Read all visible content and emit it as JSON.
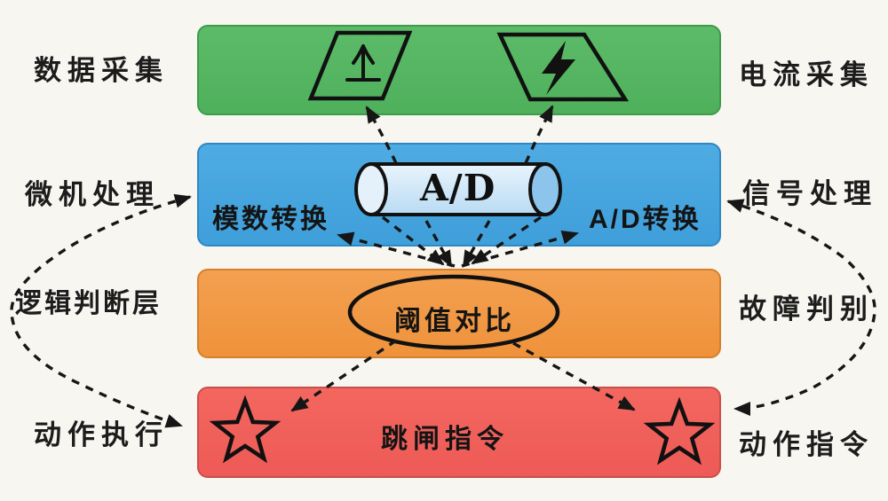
{
  "diagram": {
    "background_color": "#f8f6f1",
    "outline_color": "#161616",
    "rows": [
      {
        "id": "acquisition",
        "band_color": "#55b662",
        "left_label": "数据采集",
        "right_label": "电流采集",
        "icons": [
          {
            "name": "voltage-sensor-parallelogram",
            "symbol": "up-arrow-over-bar"
          },
          {
            "name": "current-sensor-parallelogram",
            "symbol": "lightning-bolt"
          }
        ]
      },
      {
        "id": "conversion",
        "band_color": "#47a7e0",
        "left_label": "微机处理",
        "right_label": "信号处理",
        "inner_left_label": "模数转换",
        "inner_right_label": "A/D转换",
        "cylinder_label": "A/D",
        "cylinder_fill": "#cfe7f8"
      },
      {
        "id": "judgment",
        "band_color": "#f19a45",
        "left_label": "逻辑判断层",
        "right_label": "故障判别",
        "ellipse_label": "阈值对比"
      },
      {
        "id": "action",
        "band_color": "#f2625e",
        "left_label": "动作执行",
        "right_label": "动作指令",
        "inner_label": "跳闸指令",
        "icons": [
          {
            "name": "trip-star-left",
            "symbol": "five-point-star-outline"
          },
          {
            "name": "trip-star-right",
            "symbol": "five-point-star-outline"
          }
        ]
      }
    ]
  }
}
